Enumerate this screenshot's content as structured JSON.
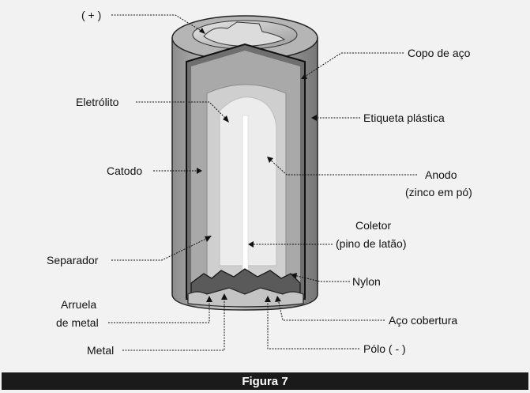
{
  "labels": {
    "positive_terminal": "( + )",
    "electrolyte": "Eletrólito",
    "cathode": "Catodo",
    "separator": "Separador",
    "washer_line1": "Arruela",
    "washer_line2": "de metal",
    "metal": "Metal",
    "steel_can": "Copo de aço",
    "plastic_label": "Etiqueta plástica",
    "anode_line1": "Anodo",
    "anode_line2": "(zinco em pó)",
    "collector_line1": "Coletor",
    "collector_line2": "(pino de latão)",
    "nylon": "Nylon",
    "steel_cover": "Aço cobertura",
    "negative_pole": "Pólo ( - )"
  },
  "caption": "Figura 7",
  "colors": {
    "background": "#f2f2f2",
    "caption_bar": "#1a1a1a",
    "caption_text": "#ffffff"
  }
}
